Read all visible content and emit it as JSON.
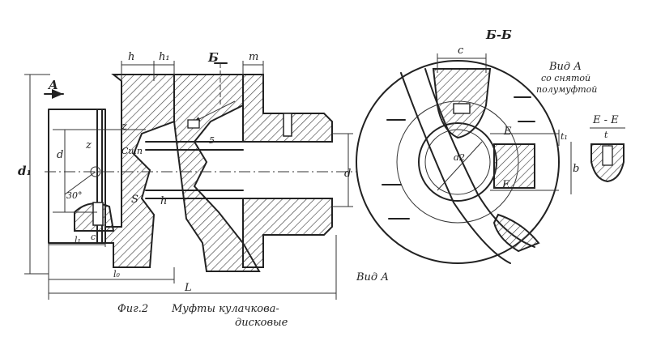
{
  "caption": {
    "figure": "Фиг.2",
    "title_line1": "Муфты кулачкова-",
    "title_line2": "дисковые"
  },
  "side_view": {
    "labels": {
      "h1": "h",
      "h2": "h₁",
      "section_mark": "Б",
      "m": "m",
      "view_arrow": "A",
      "d_outer": "d₁",
      "d_inner": "d",
      "d_bore": "d",
      "z2": "z",
      "z": "z",
      "angle": "30°",
      "c": "c",
      "s": "S",
      "h_low": "h",
      "cuts": "Cшп",
      "ll": "l₁",
      "lo": "l₀",
      "L": "L",
      "five": "5"
    }
  },
  "front_view": {
    "labels": {
      "section_title": "Б-Б",
      "view_a_l1": "Вид А",
      "view_a_l2": "со снятой",
      "view_a_l3": "полумуфтой",
      "width_c": "c",
      "e_mark_top": "E",
      "e_mark_bottom": "E",
      "d2": "d2",
      "b": "b",
      "t1": "t₁",
      "view_a_bottom": "Вид А"
    }
  },
  "section_ee": {
    "title": "E - E",
    "label_t": "t"
  }
}
